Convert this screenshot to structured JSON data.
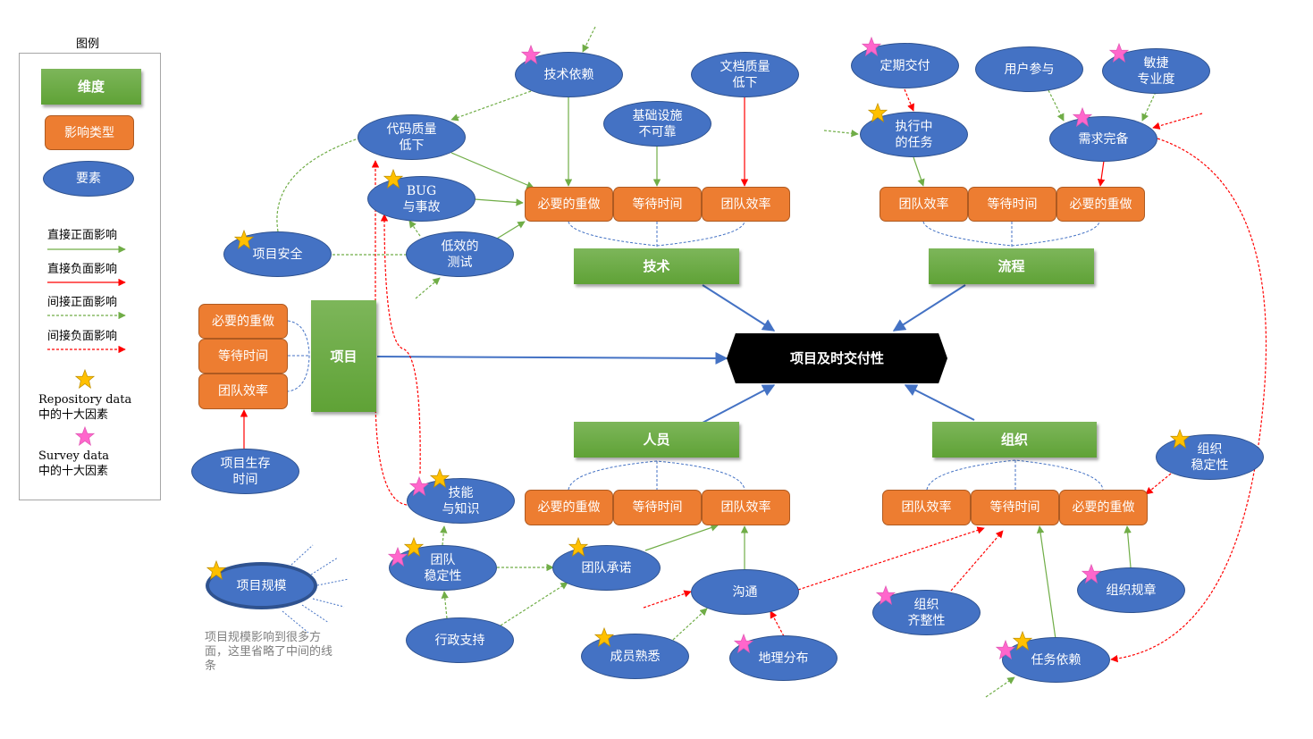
{
  "legend": {
    "title": "图例",
    "dimension": "维度",
    "impact_type": "影响类型",
    "element": "要素",
    "direct_positive": "直接正面影响",
    "direct_negative": "直接负面影响",
    "indirect_positive": "间接正面影响",
    "indirect_negative": "间接负面影响",
    "repository_star": "Repository data\n中的十大因素",
    "survey_star": "Survey data\n中的十大因素"
  },
  "colors": {
    "element_blue": "#4472c4",
    "impact_orange": "#ed7d31",
    "dimension_green": "#6aaa44",
    "positive_green": "#70ad47",
    "negative_red": "#ff0000",
    "dimension_link_blue": "#4472c4",
    "repository_star": "#ffc000",
    "survey_star": "#ff66cc"
  },
  "center": {
    "label": "项目及时交付性"
  },
  "dimensions": {
    "tech": "技术",
    "process": "流程",
    "project": "项目",
    "people": "人员",
    "org": "组织"
  },
  "impact_types": {
    "rework": "必要的重做",
    "wait": "等待时间",
    "efficiency": "团队效率"
  },
  "elements": {
    "tech_dependency": "技术依赖",
    "doc_quality": "文档质量\n低下",
    "infra": "基础设施\n不可靠",
    "code_quality": "代码质量\n低下",
    "bug": "BUG\n与事故",
    "inefficient_test": "低效的\n测试",
    "project_security": "项目安全",
    "regular_delivery": "定期交付",
    "user_involvement": "用户参与",
    "agile": "敏捷\n专业度",
    "wip": "执行中\n的任务",
    "requirements": "需求完备",
    "project_lifetime": "项目生存\n时间",
    "skills": "技能\n与知识",
    "team_stability": "团队\n稳定性",
    "team_commitment": "团队承诺",
    "project_size": "项目规模",
    "admin_support": "行政支持",
    "communication": "沟通",
    "member_familiarity": "成员熟悉",
    "geo_distribution": "地理分布",
    "org_stability": "组织\n稳定性",
    "org_alignment": "组织\n齐整性",
    "org_rules": "组织规章",
    "task_dependency": "任务依赖"
  },
  "note": "项目规模影响到很多方面，这里省略了中间的线条"
}
